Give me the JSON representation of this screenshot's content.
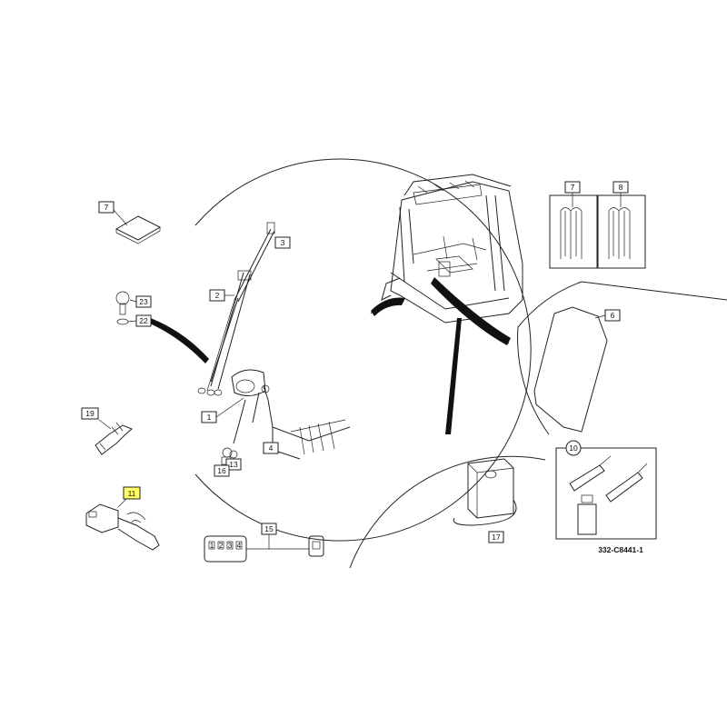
{
  "reference_code": "332-C8441-1",
  "colors": {
    "highlight": "#ffff66",
    "line": "#222222"
  },
  "callouts": {
    "c1": "1",
    "c2": "2",
    "c3": "3",
    "c4": "4",
    "c6": "6",
    "c7a": "7",
    "c7b": "7",
    "c8": "8",
    "c10": "10",
    "c11": "11",
    "c13": "13",
    "c15": "15",
    "c16": "16",
    "c17": "17",
    "c19": "19",
    "c22": "22",
    "c23": "23"
  },
  "connector_pins": {
    "p1": "1",
    "p2": "2",
    "p3": "3",
    "p4": "4"
  },
  "highlighted_callout": "11"
}
